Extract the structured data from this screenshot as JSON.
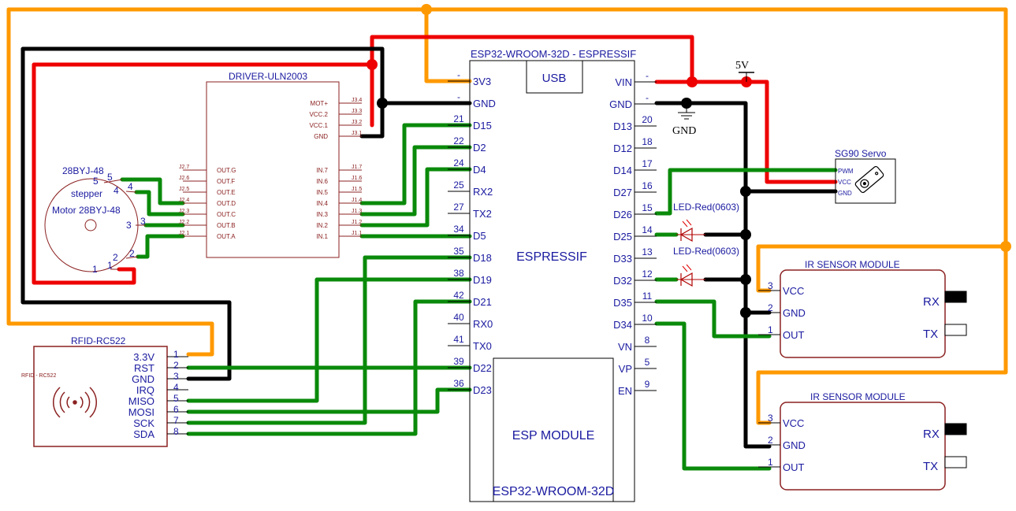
{
  "esp32": {
    "title": "ESP32-WROOM-32D - ESPRESSIF",
    "usb": "USB",
    "center": "ESPRESSIF",
    "module": "ESP MODULE",
    "bottom": "ESP32-WROOM-32D",
    "left_pins": [
      {
        "num": "-",
        "name": "3V3"
      },
      {
        "num": "-",
        "name": "GND"
      },
      {
        "num": "21",
        "name": "D15"
      },
      {
        "num": "22",
        "name": "D2"
      },
      {
        "num": "24",
        "name": "D4"
      },
      {
        "num": "25",
        "name": "RX2"
      },
      {
        "num": "27",
        "name": "TX2"
      },
      {
        "num": "34",
        "name": "D5"
      },
      {
        "num": "35",
        "name": "D18"
      },
      {
        "num": "38",
        "name": "D19"
      },
      {
        "num": "42",
        "name": "D21"
      },
      {
        "num": "40",
        "name": "RX0"
      },
      {
        "num": "41",
        "name": "TX0"
      },
      {
        "num": "39",
        "name": "D22"
      },
      {
        "num": "36",
        "name": "D23"
      }
    ],
    "right_pins": [
      {
        "num": "-",
        "name": "VIN"
      },
      {
        "num": "-",
        "name": "GND"
      },
      {
        "num": "20",
        "name": "D13"
      },
      {
        "num": "18",
        "name": "D12"
      },
      {
        "num": "17",
        "name": "D14"
      },
      {
        "num": "16",
        "name": "D27"
      },
      {
        "num": "15",
        "name": "D26"
      },
      {
        "num": "14",
        "name": "D25"
      },
      {
        "num": "13",
        "name": "D33"
      },
      {
        "num": "12",
        "name": "D32"
      },
      {
        "num": "11",
        "name": "D35"
      },
      {
        "num": "10",
        "name": "D34"
      },
      {
        "num": "8",
        "name": "VN"
      },
      {
        "num": "5",
        "name": "VP"
      },
      {
        "num": "9",
        "name": "EN"
      }
    ]
  },
  "driver": {
    "title": "DRIVER-ULN2003",
    "top_pins": [
      {
        "name": "MOT+",
        "ref": "J3.4"
      },
      {
        "name": "VCC.2",
        "ref": "J3.3"
      },
      {
        "name": "VCC.1",
        "ref": "J3.2"
      },
      {
        "name": "GND",
        "ref": "J3.1"
      }
    ],
    "out_pins": [
      {
        "name": "OUT.G",
        "ref": "J2.7"
      },
      {
        "name": "OUT.F",
        "ref": "J2.6"
      },
      {
        "name": "OUT.E",
        "ref": "J2.5"
      },
      {
        "name": "OUT.D",
        "ref": "J2.4"
      },
      {
        "name": "OUT.C",
        "ref": "J2.3"
      },
      {
        "name": "OUT.B",
        "ref": "J2.2"
      },
      {
        "name": "OUT.A",
        "ref": "J2.1"
      }
    ],
    "in_pins": [
      {
        "name": "IN.7",
        "ref": "J1.7"
      },
      {
        "name": "IN.6",
        "ref": "J1.6"
      },
      {
        "name": "IN.5",
        "ref": "J1.5"
      },
      {
        "name": "IN.4",
        "ref": "J1.4"
      },
      {
        "name": "IN.3",
        "ref": "J1.3"
      },
      {
        "name": "IN.2",
        "ref": "J1.2"
      },
      {
        "name": "IN.1",
        "ref": "J1.1"
      }
    ]
  },
  "stepper": {
    "title": "28BYJ-48",
    "line1": "stepper",
    "line2": "Motor 28BYJ-48",
    "pins_inner": [
      "5",
      "4",
      "3",
      "2",
      "1"
    ],
    "pins_outer": [
      "5",
      "4",
      "3",
      "2",
      "1"
    ]
  },
  "rfid": {
    "title": "RFID-RC522",
    "small": "RFID - RC522",
    "pins": [
      {
        "num": "1",
        "name": "3.3V"
      },
      {
        "num": "2",
        "name": "RST"
      },
      {
        "num": "3",
        "name": "GND"
      },
      {
        "num": "4",
        "name": "IRQ"
      },
      {
        "num": "5",
        "name": "MISO"
      },
      {
        "num": "6",
        "name": "MOSI"
      },
      {
        "num": "7",
        "name": "SCK"
      },
      {
        "num": "8",
        "name": "SDA"
      }
    ]
  },
  "servo": {
    "title": "SG90 Servo",
    "pins": [
      "PWM",
      "VCC",
      "GND"
    ]
  },
  "led1": {
    "label": "LED-Red(0603)"
  },
  "led2": {
    "label": "LED-Red(0603)"
  },
  "power": {
    "v5": "5V",
    "gnd": "GND"
  },
  "ir1": {
    "title": "IR SENSOR MODULE",
    "pins": [
      {
        "num": "3",
        "name": "VCC"
      },
      {
        "num": "2",
        "name": "GND"
      },
      {
        "num": "1",
        "name": "OUT"
      }
    ],
    "rx": "RX",
    "tx": "TX"
  },
  "ir2": {
    "title": "IR SENSOR MODULE",
    "pins": [
      {
        "num": "3",
        "name": "VCC"
      },
      {
        "num": "2",
        "name": "GND"
      },
      {
        "num": "1",
        "name": "OUT"
      }
    ],
    "rx": "RX",
    "tx": "TX"
  },
  "colors": {
    "wire_green": "#0a8a0a",
    "wire_red": "#ee0000",
    "wire_black": "#000000",
    "wire_orange": "#ff9900",
    "outline": "#8b2020",
    "pin_label": "#1a1aa0"
  }
}
